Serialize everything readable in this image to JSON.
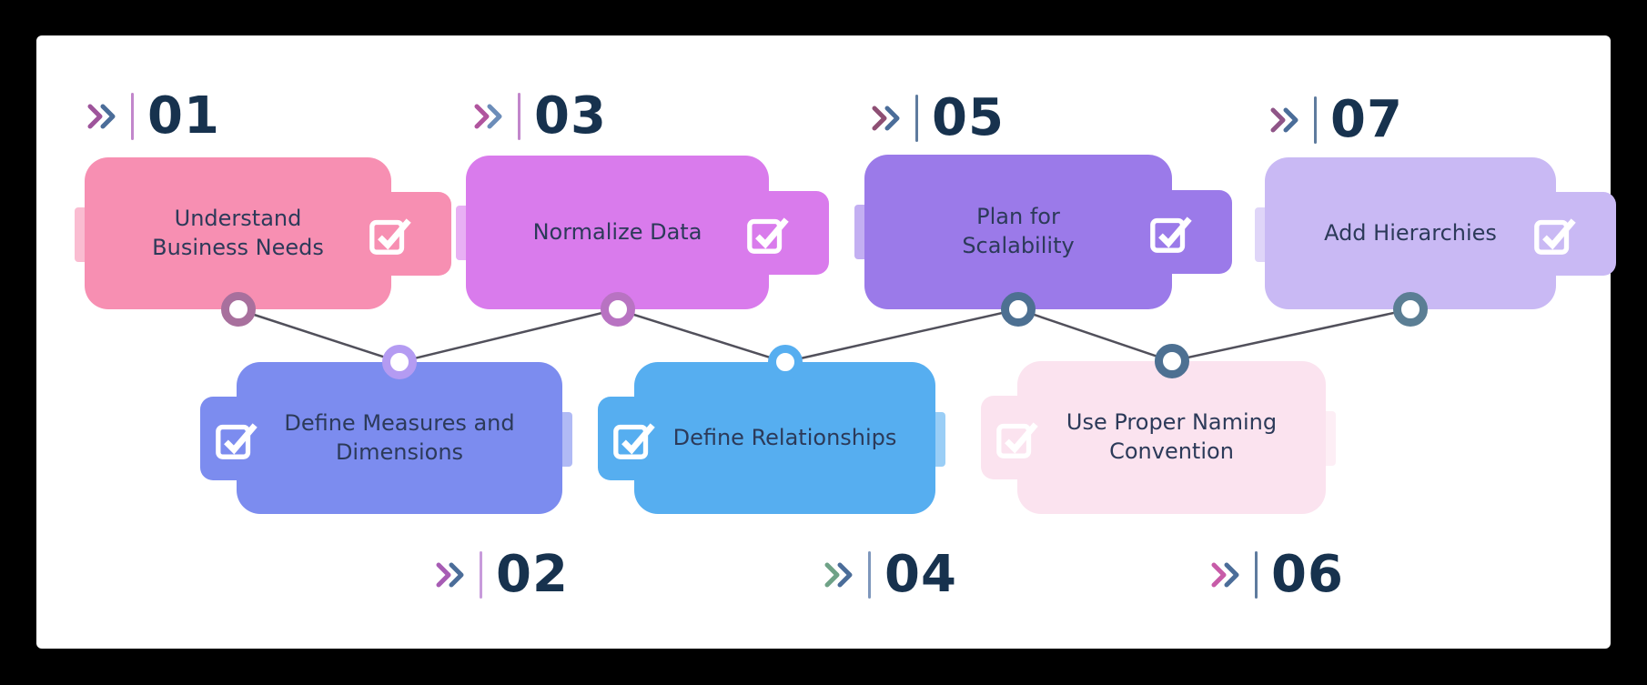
{
  "colors": {
    "background": "#000000",
    "panel": "#FFFFFF",
    "connector": "#51505B",
    "number_text": "#17324E",
    "card_text": "#2C3A59",
    "check_icon": "#FFFFFF"
  },
  "steps": [
    {
      "number": "01",
      "title": "Understand\nBusiness Needs",
      "row": "top",
      "card_color": "#F78FB2",
      "node_ring_color": "#A8709D",
      "chevron1_color": "#9E549B",
      "chevron2_color": "#4B6D99",
      "divider_color": "#C286CB",
      "icon": "checkbox-checked"
    },
    {
      "number": "02",
      "title": "Define Measures and\nDimensions",
      "row": "bottom",
      "card_color": "#7C8CEF",
      "node_ring_color": "#B49BF2",
      "chevron1_color": "#A75CB4",
      "chevron2_color": "#4B6D99",
      "divider_color": "#C89BDB",
      "icon": "checkbox-checked"
    },
    {
      "number": "03",
      "title": "Normalize Data",
      "row": "top",
      "card_color": "#D97BEC",
      "node_ring_color": "#B873C2",
      "chevron1_color": "#B0549E",
      "chevron2_color": "#6C8DB9",
      "divider_color": "#C286CB",
      "icon": "checkbox-checked"
    },
    {
      "number": "04",
      "title": "Define Relationships",
      "row": "bottom",
      "card_color": "#56AEF0",
      "node_ring_color": "#56AEF0",
      "chevron1_color": "#6FA287",
      "chevron2_color": "#4B6D99",
      "divider_color": "#7E97BC",
      "icon": "checkbox-checked"
    },
    {
      "number": "05",
      "title": "Plan for\nScalability",
      "row": "top",
      "card_color": "#9B7AE9",
      "node_ring_color": "#4D7092",
      "chevron1_color": "#8E4F74",
      "chevron2_color": "#4B6D99",
      "divider_color": "#5E7B9E",
      "icon": "checkbox-checked"
    },
    {
      "number": "06",
      "title": "Use Proper Naming\nConvention",
      "row": "bottom",
      "card_color": "#FBE3EF",
      "node_ring_color": "#4D7092",
      "chevron1_color": "#C75CA8",
      "chevron2_color": "#4B6D99",
      "divider_color": "#5E7B9E",
      "icon": "checkbox-checked"
    },
    {
      "number": "07",
      "title": "Add Hierarchies",
      "row": "top",
      "card_color": "#C9B9F4",
      "node_ring_color": "#5B7E94",
      "chevron1_color": "#8F5588",
      "chevron2_color": "#4B6D99",
      "divider_color": "#5E7B9E",
      "icon": "checkbox-checked"
    }
  ]
}
